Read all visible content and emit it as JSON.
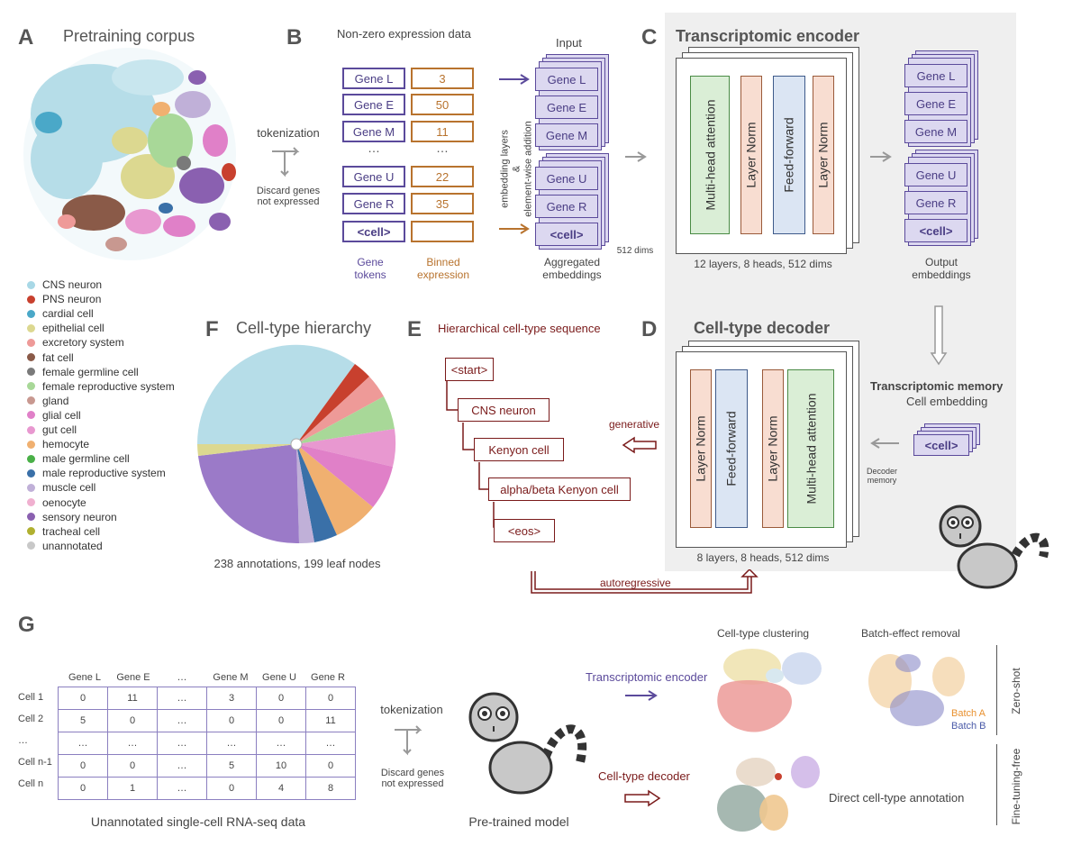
{
  "panelA": {
    "letter": "A",
    "title": "Pretraining corpus"
  },
  "panelB": {
    "letter": "B",
    "title": "Non-zero expression data",
    "input_label": "Input",
    "tokenization": "tokenization",
    "discard_line1": "Discard genes",
    "discard_line2": "not expressed",
    "genes": [
      "Gene L",
      "Gene E",
      "Gene M",
      "…",
      "Gene U",
      "Gene R",
      "<cell>"
    ],
    "bins": [
      "3",
      "50",
      "11",
      "…",
      "22",
      "35",
      ""
    ],
    "gene_tokens_line1": "Gene",
    "gene_tokens_line2": "tokens",
    "binned_line1": "Binned",
    "binned_line2": "expression",
    "embedding_line1": "embedding layers",
    "embedding_line2": "&",
    "embedding_line3": "element-wise addition",
    "emb_top": [
      "Gene L",
      "Gene E",
      "Gene M"
    ],
    "emb_bottom": [
      "Gene U",
      "Gene R",
      "<cell>"
    ],
    "dims": "512 dims",
    "aggregated_line1": "Aggregated",
    "aggregated_line2": "embeddings"
  },
  "panelC": {
    "letter": "C",
    "title": "Transcriptomic encoder",
    "blocks": [
      "Multi-head attention",
      "Layer Norm",
      "Feed-forward",
      "Layer Norm"
    ],
    "caption": "12 layers, 8 heads, 512 dims",
    "out_top": [
      "Gene L",
      "Gene E",
      "Gene M"
    ],
    "out_bottom": [
      "Gene U",
      "Gene R",
      "<cell>"
    ],
    "output_line1": "Output",
    "output_line2": "embeddings"
  },
  "panelD": {
    "letter": "D",
    "title": "Cell-type decoder",
    "blocks": [
      "Layer Norm",
      "Feed-forward",
      "Layer Norm",
      "Multi-head attention"
    ],
    "caption": "8 layers, 8 heads, 512 dims",
    "memory_title": "Transcriptomic memory",
    "memory_sub": "Cell embedding",
    "cell": "<cell>",
    "decoder_mem_line1": "Decoder",
    "decoder_mem_line2": "memory"
  },
  "panelE": {
    "letter": "E",
    "title": "Hierarchical cell-type sequence",
    "seq": [
      "<start>",
      "CNS neuron",
      "Kenyon cell",
      "alpha/beta Kenyon cell",
      "<eos>"
    ],
    "generative": "generative",
    "autoregressive": "autoregressive"
  },
  "panelF": {
    "letter": "F",
    "title": "Cell-type hierarchy",
    "caption": "238 annotations, 199 leaf nodes"
  },
  "legend": [
    {
      "label": "CNS neuron",
      "color": "#a8d8e6"
    },
    {
      "label": "PNS neuron",
      "color": "#c8402e"
    },
    {
      "label": "cardial cell",
      "color": "#4aa8c8"
    },
    {
      "label": "epithelial cell",
      "color": "#dcd890"
    },
    {
      "label": "excretory system",
      "color": "#ee9a98"
    },
    {
      "label": "fat cell",
      "color": "#8a5a48"
    },
    {
      "label": "female germline cell",
      "color": "#7a7a7a"
    },
    {
      "label": "female reproductive system",
      "color": "#a8d898"
    },
    {
      "label": "gland",
      "color": "#c89890"
    },
    {
      "label": "glial cell",
      "color": "#e080c8"
    },
    {
      "label": "gut cell",
      "color": "#e898d0"
    },
    {
      "label": "hemocyte",
      "color": "#f0b070"
    },
    {
      "label": "male germline cell",
      "color": "#4ab048"
    },
    {
      "label": "male reproductive system",
      "color": "#3a70a8"
    },
    {
      "label": "muscle cell",
      "color": "#c0b0d8"
    },
    {
      "label": "oenocyte",
      "color": "#f0b0d0"
    },
    {
      "label": "sensory neuron",
      "color": "#8a60b0"
    },
    {
      "label": "tracheal cell",
      "color": "#b0b030"
    },
    {
      "label": "unannotated",
      "color": "#c8c8c8"
    }
  ],
  "panelG": {
    "letter": "G",
    "col_headers": [
      "Gene L",
      "Gene E",
      "…",
      "Gene M",
      "Gene U",
      "Gene R"
    ],
    "rows": [
      {
        "name": "Cell 1",
        "vals": [
          "0",
          "11",
          "…",
          "3",
          "0",
          "0"
        ]
      },
      {
        "name": "Cell 2",
        "vals": [
          "5",
          "0",
          "…",
          "0",
          "0",
          "11"
        ]
      },
      {
        "name": "…",
        "vals": [
          "…",
          "…",
          "…",
          "…",
          "…",
          "…"
        ]
      },
      {
        "name": "Cell n-1",
        "vals": [
          "0",
          "0",
          "…",
          "5",
          "10",
          "0"
        ]
      },
      {
        "name": "Cell n",
        "vals": [
          "0",
          "1",
          "…",
          "0",
          "4",
          "8"
        ]
      }
    ],
    "table_caption": "Unannotated single-cell RNA-seq data",
    "tokenization": "tokenization",
    "discard_line1": "Discard genes",
    "discard_line2": "not expressed",
    "pretrained": "Pre-trained model",
    "enc_label": "Transcriptomic encoder",
    "dec_label": "Cell-type decoder",
    "clustering": "Cell-type clustering",
    "batch_removal": "Batch-effect removal",
    "batchA": "Batch A",
    "batchB": "Batch B",
    "zero_shot": "Zero-shot",
    "fine_tuning_free": "Fine-tuning-free",
    "direct": "Direct cell-type annotation"
  }
}
